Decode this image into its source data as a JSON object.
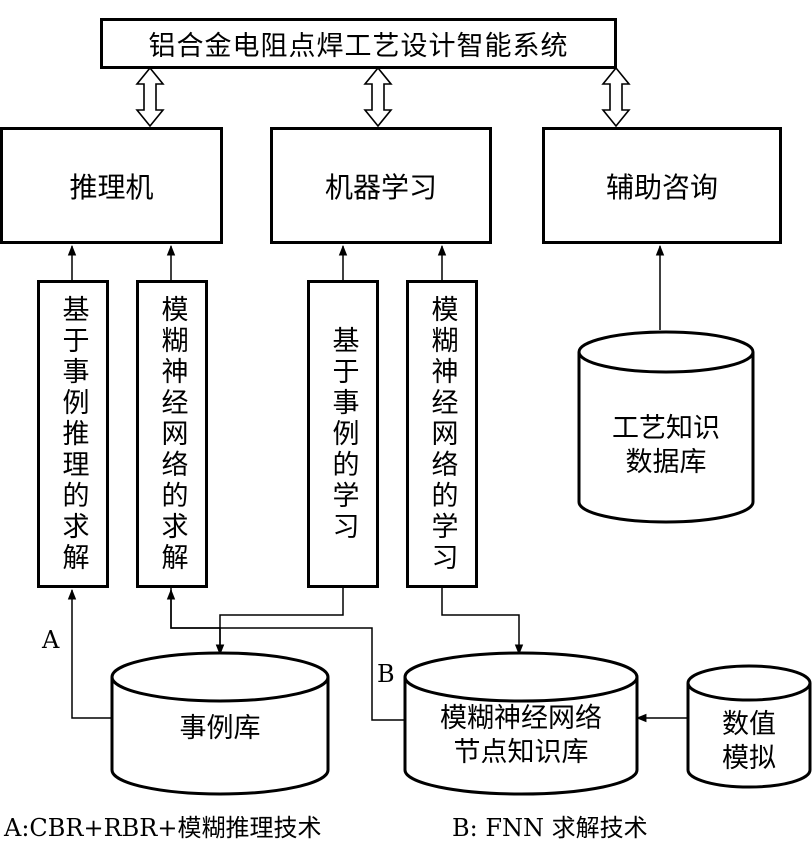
{
  "system": {
    "title": "铝合金电阻点焊工艺设计智能系统"
  },
  "modules": {
    "inference": "推理机",
    "learning": "机器学习",
    "consult": "辅助咨询"
  },
  "vertical_boxes": [
    "基于事例推理的求解",
    "模糊神经网络的求解",
    "基于事例的学习",
    "模糊神经网络的学习"
  ],
  "databases": {
    "process": [
      "工艺知识",
      "数据库"
    ],
    "case": "事例库",
    "fnn": [
      "模糊神经网络",
      "节点知识库"
    ],
    "sim": [
      "数值",
      "模拟"
    ]
  },
  "paths": {
    "a": "A",
    "b": "B"
  },
  "legend": {
    "a": "A:CBR+RBR+模糊推理技术",
    "b": "B: FNN 求解技术"
  }
}
